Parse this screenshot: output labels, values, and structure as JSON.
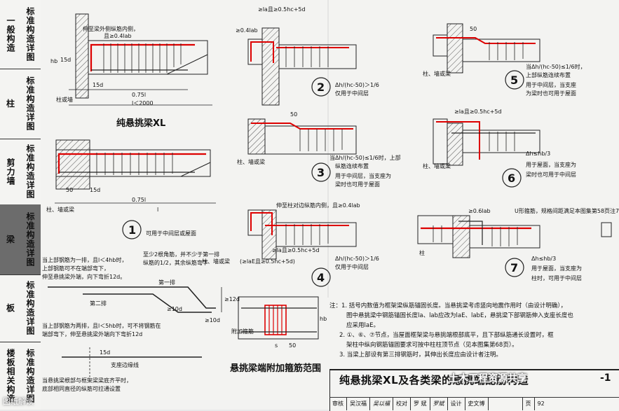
{
  "sidebar": [
    {
      "left": "标准构造详图",
      "right": "一般构造",
      "active": false
    },
    {
      "full": "柱",
      "right": "标准构造详图",
      "active": false
    },
    {
      "left": "剪力墙",
      "right": "标准构造详图",
      "active": false
    },
    {
      "full": "梁",
      "right": "标准构造详图",
      "active": true
    },
    {
      "full": "板",
      "right": "标准构造详图",
      "active": false
    },
    {
      "left": "楼板相关构造",
      "right": "标准构造详图",
      "active": false
    }
  ],
  "labels": {
    "title_xl": "纯悬挑梁XL",
    "d1_note_top": "伸至梁外侧纵筋内侧，",
    "d1_la": "且≥0.4lab",
    "d1_15d": "15d",
    "d1_hb": "hb",
    "d1_075l": "0.75l",
    "d1_l2000": "l＜2000",
    "d1_col": "柱或墙",
    "d2_50": "50",
    "d2_15d": "15d",
    "d2_075l": "0.75l",
    "d2_l": "l",
    "d2_col": "柱、墙或梁",
    "c1": "1",
    "c1_text": "可用于中间层或屋面",
    "c2": "2",
    "c2_text": "Δh/(hc-50)＞1/6",
    "c2_text2": "仅用于中间层",
    "c3": "3",
    "c3_text": "当Δh/(hc-50)≤1/6时，上部",
    "c3_text2": "纵筋连续布置",
    "c3_text3": "用于中间层，当支座为",
    "c3_text4": "梁时也可用于屋面",
    "c4": "4",
    "c4_text": "Δh/(hc-50)＞1/6",
    "c4_text2": "仅用于中间层",
    "c4_col": "柱、墙或梁",
    "c4_la": "≥la且≥0.5hc+5d",
    "c4_la2": "(≥laE且≥0.5hc+5d)",
    "c4_top": "伸至柱对边纵筋内侧，且≥0.4lab",
    "c5": "5",
    "c5_text": "当Δh/(hc-50)≤1/6时，",
    "c5_text2": "上部纵筋连续布置",
    "c5_text3": "用于中间层，当支座",
    "c5_text4": "为梁时也可用于屋面",
    "c5_col": "柱、墙或梁",
    "c6": "6",
    "c6_text": "Δh≤hb/3",
    "c6_text2": "用于屋面，当支座为",
    "c6_text3": "梁时也可用于中间层",
    "c6_col": "柱、墙或梁",
    "c6_la": "≥la且≥0.5hc+5d",
    "c7": "7",
    "c7_text": "Δh≤hb/3",
    "c7_text2": "用于屋面，当支座为",
    "c7_text3": "柱时，可用于中间层",
    "c7_06": "≥0.6lab",
    "c7_u": "U形箍筋，规格间距满足本图集第58页注7。",
    "c7_col": "柱",
    "c2_top": "≥la且≥0.5hc+5d",
    "c2_04": "≥0.4lab",
    "lower_note1": "当上部钢筋为一排，且l＜4hb时，",
    "lower_note2": "上部钢筋可不在端部弯下，",
    "lower_note3": "伸至悬挑梁外端，向下弯折12d。",
    "lower_note4": "至少2根角筋，并不少于第一排",
    "lower_note5": "纵筋的1/2，其余纵筋弯下",
    "first_row": "第一排",
    "second_row": "第二排",
    "d10a": "≥10d",
    "d10b": "≥10d",
    "d12": "≥12d",
    "lower_note6": "当上部钢筋为两排，且l＜5hb时，可不将钢筋在",
    "lower_note7": "端部弯下，伸至悬挑梁外端向下弯折12d",
    "edge_line": "支座边缘线",
    "d15": "15d",
    "lower_note8": "当悬挑梁根部与框架梁梁底齐平时，",
    "lower_note9": "底部相同直径的纵筋可拉通设置",
    "stirrup_title": "悬挑梁端附加箍筋范围",
    "stirrup_left": "附加箍筋",
    "stirrup_s": "s",
    "stirrup_50": "50",
    "stirrup_hb": "hb",
    "notes": [
      "注：1. 括号内数值为框架梁纵筋锚固长度。当悬挑梁考虑竖向地震作用时（由设计明确），",
      "图中悬挑梁中钢筋锚固长度la、lab应改为laE、labE，悬挑梁下部钢筋伸入支座长度也",
      "应采用laE。",
      "2. ①、⑥、⑦节点，当屋面框架梁与悬挑端根部底平，且下部纵筋通长设置时，框",
      "架柱中纵向钢筋锚固要求可按中柱柱顶节点（见本图集第68页）。",
      "3. 当梁上部设有第三排钢筋时，其伸出长度应由设计者注明。"
    ]
  },
  "title_block": {
    "title": "纯悬挑梁XL及各类梁的悬挑端配筋构造",
    "page_code": "-1",
    "watermark": "土木工程资源共享",
    "row": [
      "审核",
      "吴汉福",
      "吴以福",
      "校对",
      "罗 斌",
      "罗斌",
      "设计",
      "史文博",
      "",
      "页",
      "92"
    ]
  },
  "watermark_left": "图纸解读"
}
